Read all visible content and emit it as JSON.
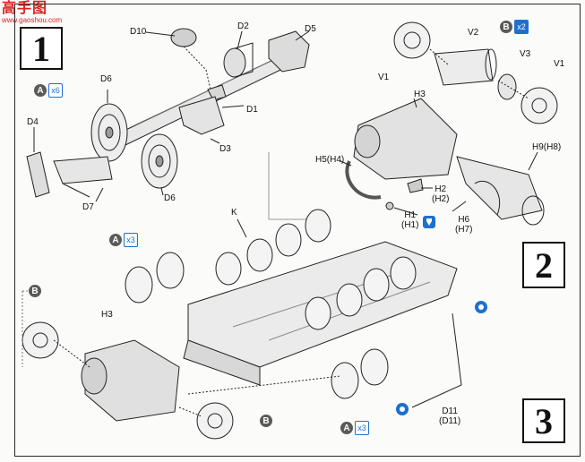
{
  "watermark": {
    "title": "高手图",
    "url": "www.gaoshou.com"
  },
  "steps": {
    "s1": "1",
    "s2": "2",
    "s3": "3"
  },
  "labels": {
    "d10": "D10",
    "d2": "D2",
    "d5": "D5",
    "d6a": "D6",
    "d4": "D4",
    "d1": "D1",
    "d3": "D3",
    "d7": "D7",
    "d6b": "D6",
    "v2": "V2",
    "v3": "V3",
    "v1a": "V1",
    "v1b": "V1",
    "h3a": "H3",
    "h5": "H5(H4)",
    "h9": "H9(H8)",
    "h2": "H2",
    "h2p": "(H2)",
    "h1": "H1",
    "h1p": "(H1)",
    "h6": "H6",
    "h7": "(H7)",
    "k": "K",
    "h3b": "H3",
    "d11": "D11",
    "d11p": "(D11)"
  },
  "callouts": {
    "a6": {
      "letter": "A",
      "qty": "x6"
    },
    "b2": {
      "letter": "B",
      "qty": "x2"
    },
    "a3a": {
      "letter": "A",
      "qty": "x3"
    },
    "b_left": {
      "letter": "B"
    },
    "b_bottom": {
      "letter": "B"
    },
    "a3b": {
      "letter": "A",
      "qty": "x3"
    }
  },
  "colors": {
    "accent": "#1e6fd0",
    "ink": "#111111",
    "callout": "#5a5a5a"
  }
}
